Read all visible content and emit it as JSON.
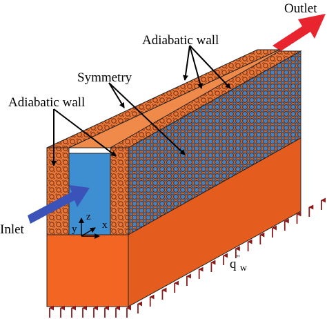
{
  "labels": {
    "outlet": "Outlet",
    "inlet": "Inlet",
    "adiabatic_wall_top": "Adiabatic wall",
    "adiabatic_wall_left": "Adiabatic wall",
    "symmetry": "Symmetry",
    "axis_z": "z",
    "axis_y": "y",
    "axis_x": "x",
    "heat_flux_base": "q",
    "heat_flux_prime": "\"",
    "heat_flux_sub": "w"
  },
  "colors": {
    "porous_orange": "#e8783a",
    "porous_blue": "#4a7fb8",
    "fluid_blue": "#3d8fd1",
    "solid_front": "#f26522",
    "solid_side": "#e55d1e",
    "top_strip": "#f08a4b",
    "inlet_arrow": "#3b53b8",
    "outlet_arrow": "#e8252f",
    "flux_arrow": "#8b1a1a"
  }
}
